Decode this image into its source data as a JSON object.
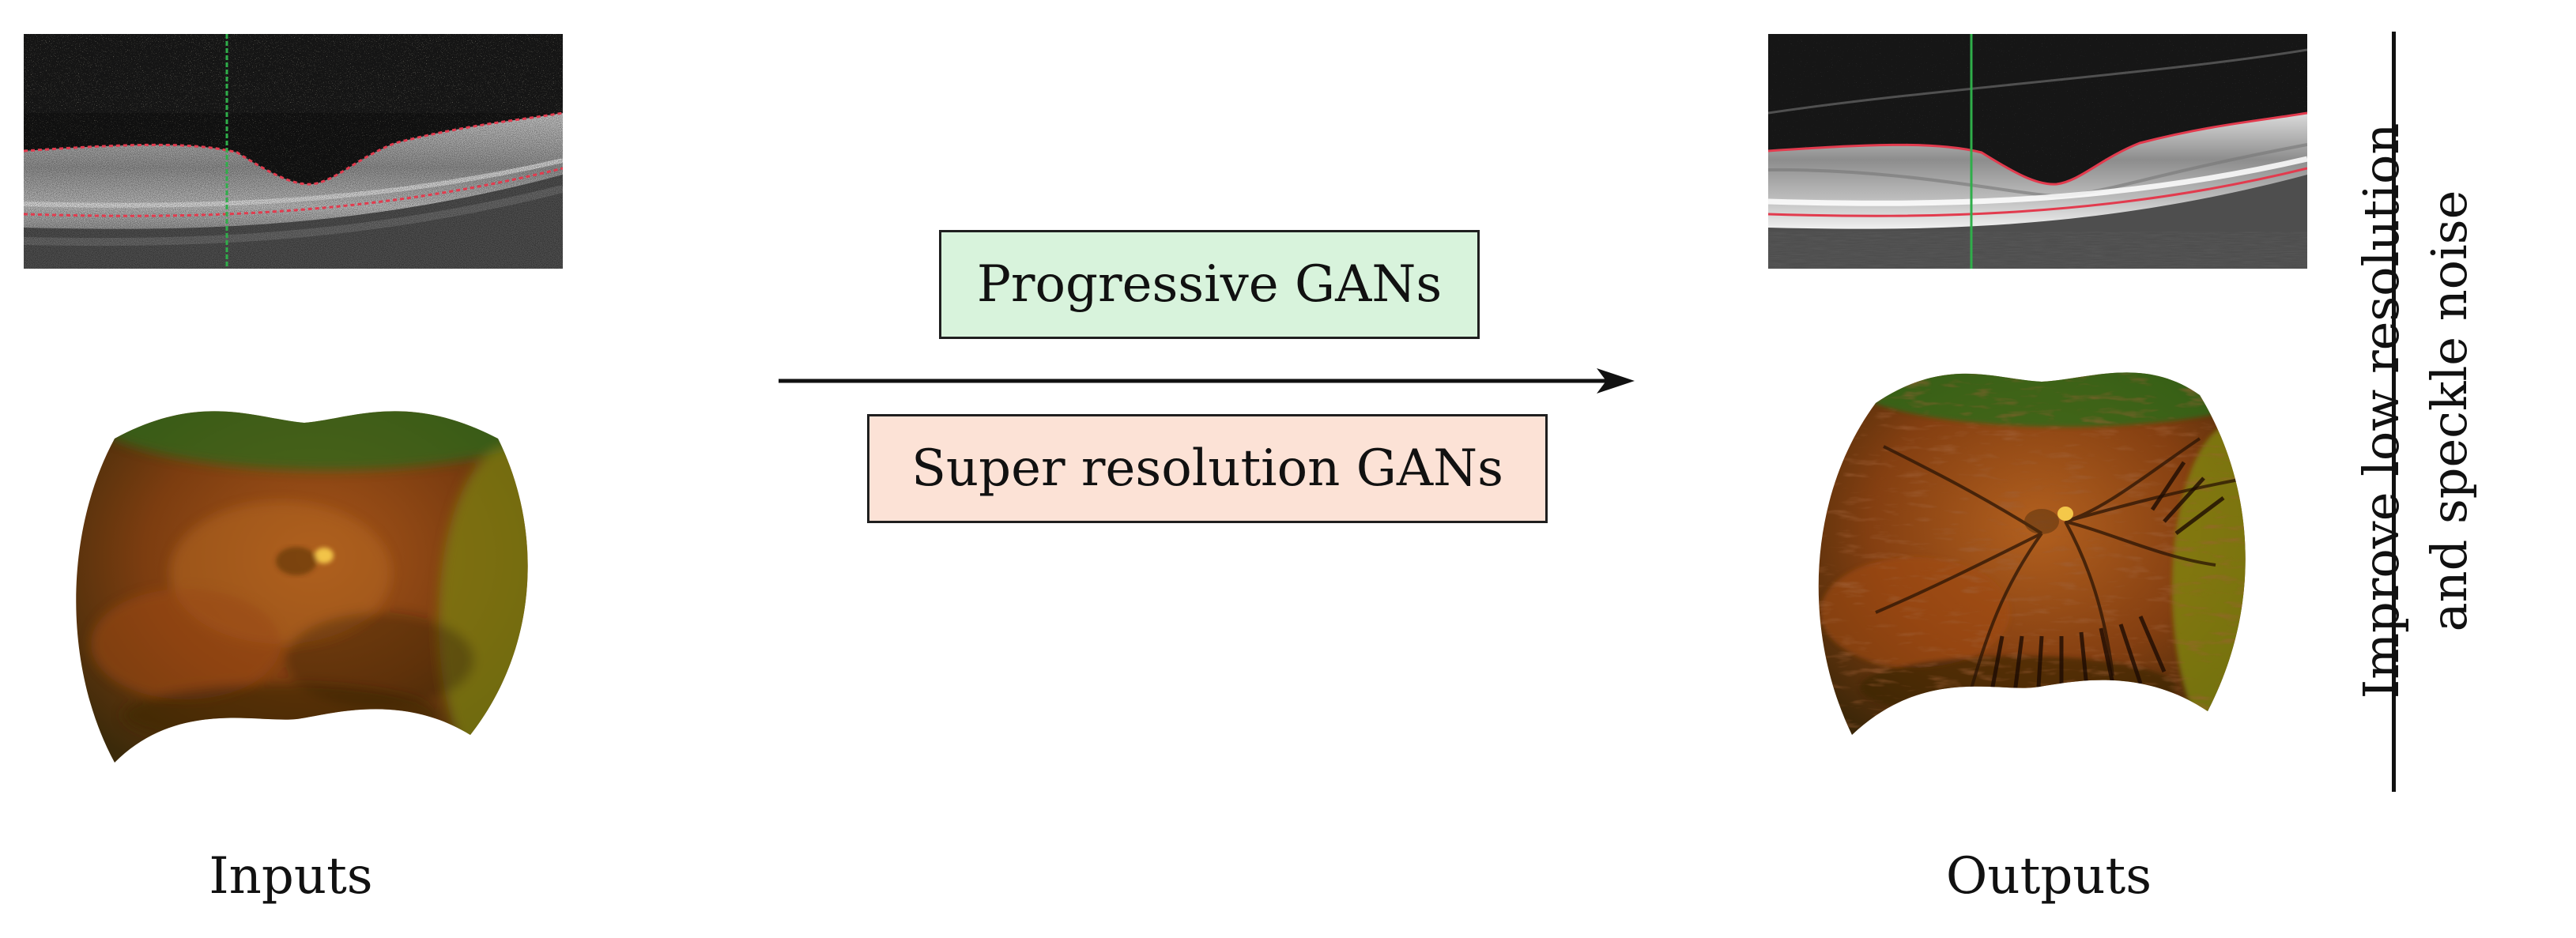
{
  "figure": {
    "method_labels": [
      "Progressive GANs",
      "Super resolution GANs"
    ],
    "input_caption": "Inputs",
    "output_caption": "Outputs",
    "side_note": {
      "line1": "Improve low resolution",
      "line2": "and speckle noise"
    }
  },
  "colors": {
    "progressive_box_fill": "#d8f3dc",
    "super_resolution_box_fill": "#fce2d6",
    "arrow": "#111111",
    "divider": "#111111",
    "oct_background": "#141414",
    "oct_retina_band": "#bdbdbd",
    "oct_boundary_line": "#e23b4e",
    "oct_scan_marker": "#2fae4a",
    "fundus_base": "#8a4a12",
    "fundus_rim": "#556b16"
  }
}
